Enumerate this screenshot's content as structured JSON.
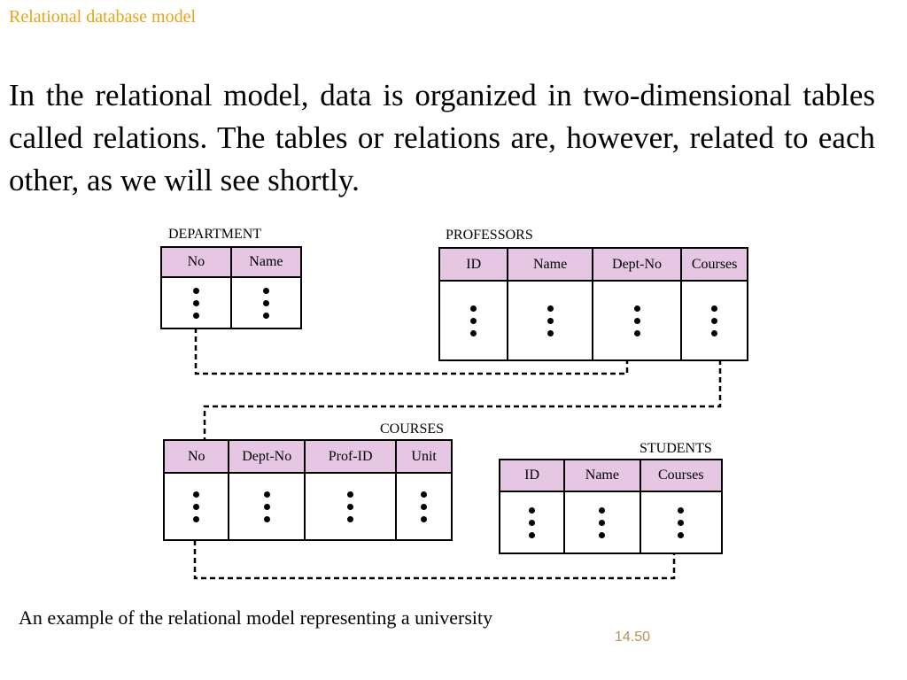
{
  "header": "Relational database model",
  "intro": "In the relational model, data is organized in two-dimensional tables called relations. The tables or relations are, however, related to each other, as we will see shortly.",
  "diagram": {
    "department": {
      "name": "DEPARTMENT",
      "columns": [
        "No",
        "Name"
      ]
    },
    "professors": {
      "name": "PROFESSORS",
      "columns": [
        "ID",
        "Name",
        "Dept-No",
        "Courses"
      ]
    },
    "courses": {
      "name": "COURSES",
      "columns": [
        "No",
        "Dept-No",
        "Prof-ID",
        "Unit"
      ]
    },
    "students": {
      "name": "STUDENTS",
      "columns": [
        "ID",
        "Name",
        "Courses"
      ]
    }
  },
  "caption": "An example of the relational model representing a university",
  "slide_number": "14.50"
}
